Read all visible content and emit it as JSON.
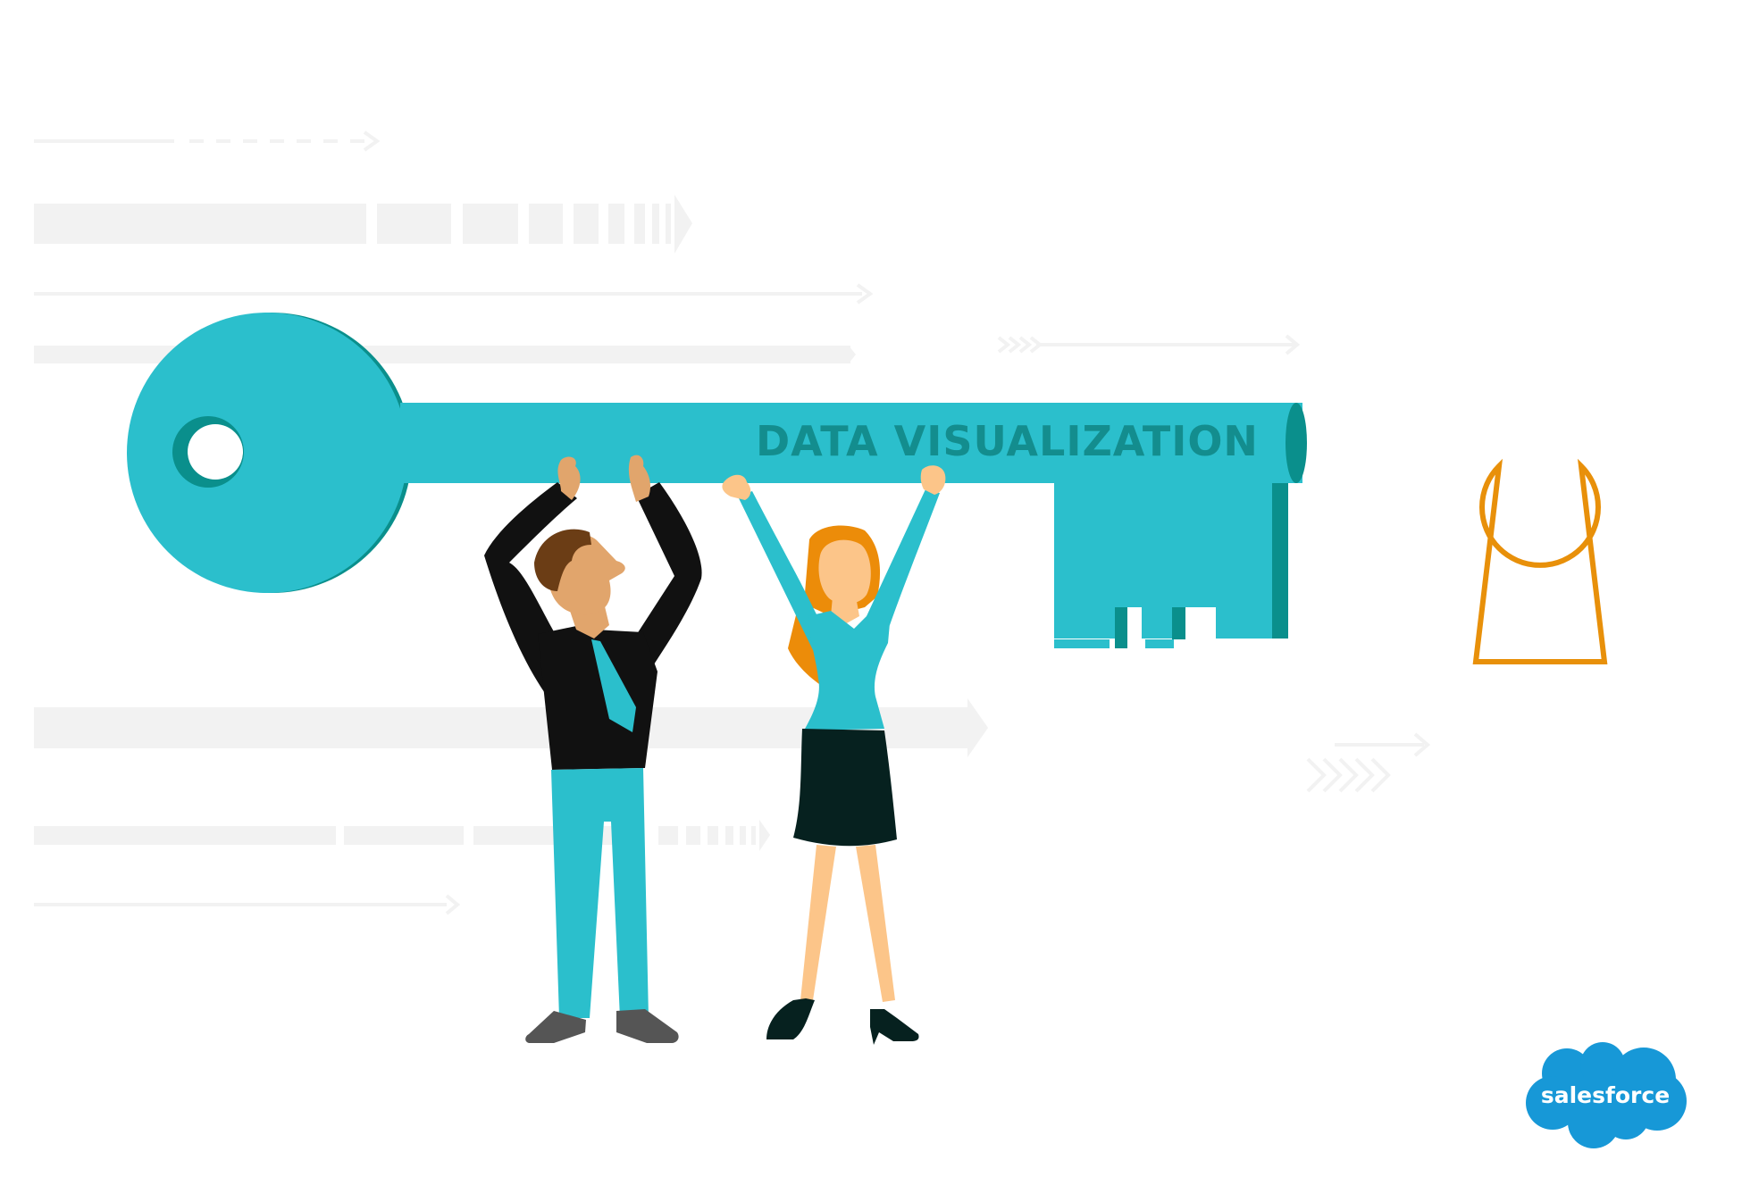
{
  "illustration": {
    "key_label": "DATA VISUALIZATION",
    "logo_text": "salesforce"
  },
  "colors": {
    "background": "#ffffff",
    "key_teal": "#2bbfcc",
    "key_shadow": "#0a8f8c",
    "label_teal": "#138d8e",
    "keyhole_orange": "#e8900a",
    "speed_lines": "#f2f2f2",
    "logo_blue": "#1798d7",
    "man_suit": "#111111",
    "man_pants": "#2bbfcc",
    "man_skin": "#e1a56c",
    "man_hair": "#6b3d15",
    "woman_top": "#2bbfcc",
    "woman_skirt": "#06211f",
    "woman_skin": "#fcc589",
    "woman_hair": "#ec8c09",
    "shoes": "#555555"
  },
  "icons": {
    "key": "key-icon",
    "keyhole": "keyhole-icon",
    "logo": "salesforce-cloud-logo"
  }
}
